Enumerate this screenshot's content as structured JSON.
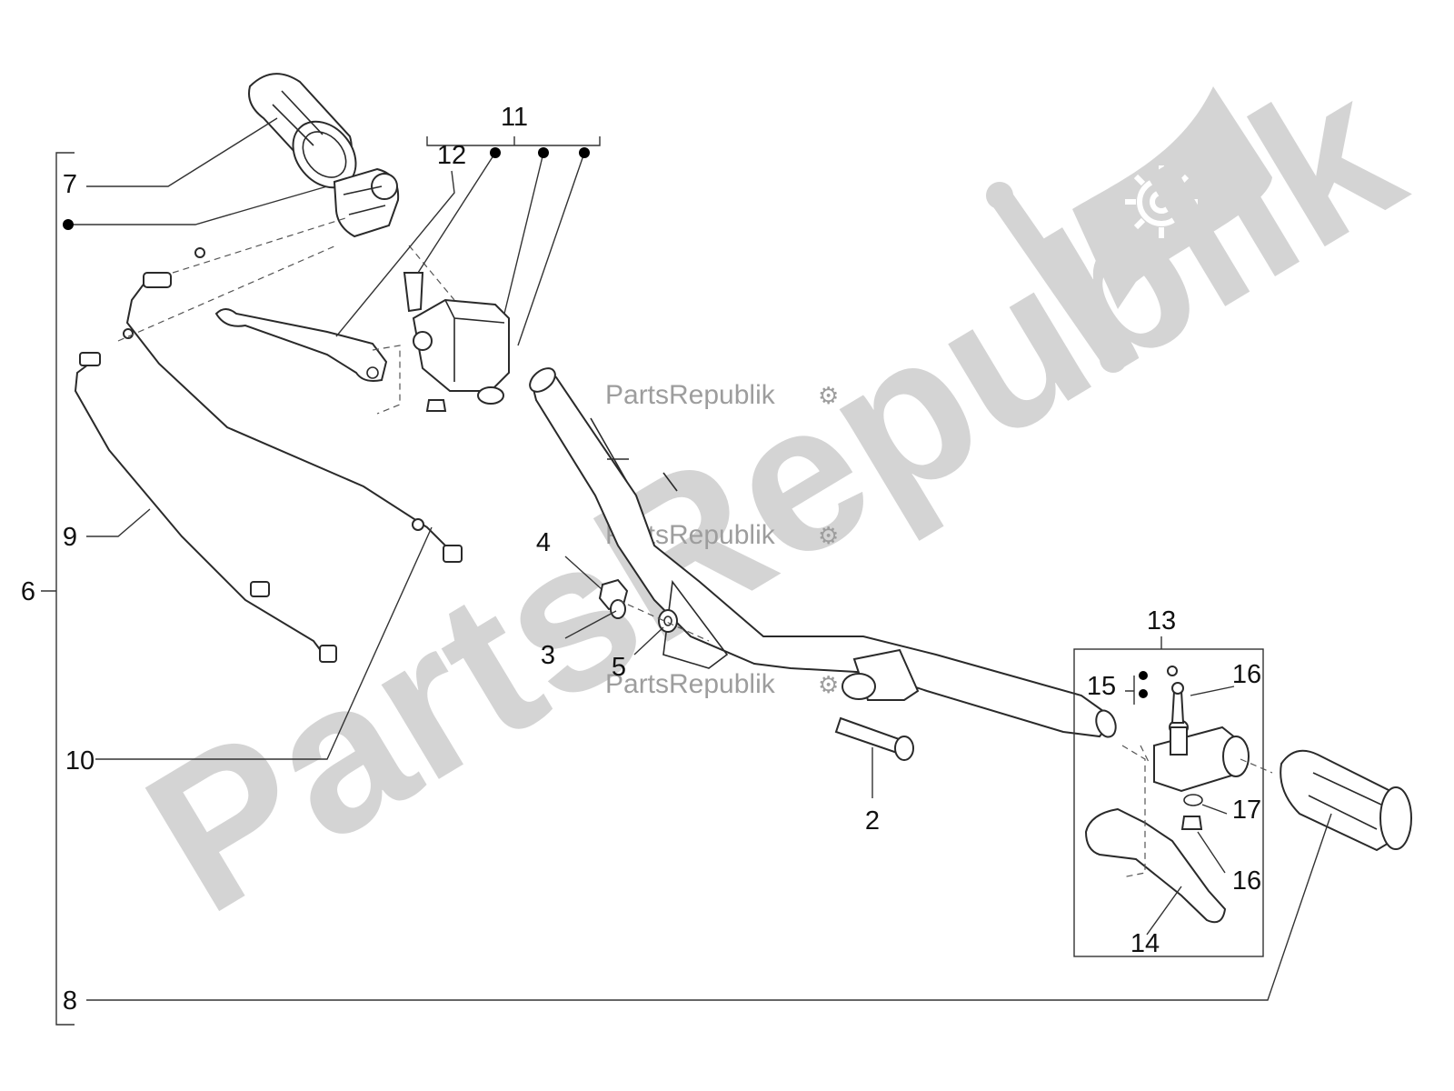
{
  "watermark": {
    "large_text": "PartsRepublik",
    "small_text": "PartsRepublik",
    "logo_icon": "gear-flag-icon",
    "color": "#d4d4d4"
  },
  "callouts": {
    "c2": "2",
    "c3": "3",
    "c4": "4",
    "c5": "5",
    "c6": "6",
    "c7": "7",
    "c8": "8",
    "c9": "9",
    "c10": "10",
    "c11": "11",
    "c12": "12",
    "c13": "13",
    "c14": "14",
    "c15": "15",
    "c16a": "16",
    "c16b": "16",
    "c17": "17"
  }
}
